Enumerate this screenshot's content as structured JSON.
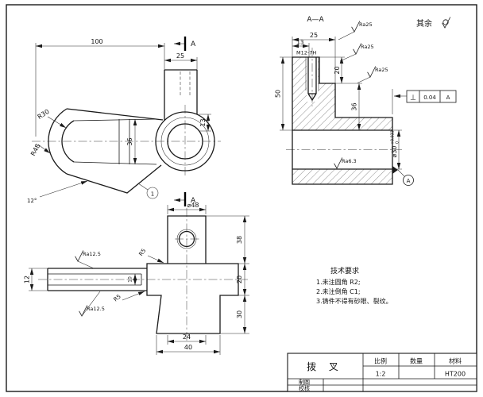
{
  "sheet": {
    "other_surfaces": "其余",
    "tech": {
      "title": "技术要求",
      "items": [
        "1.未注圆角 R2;",
        "2.未注倒角 C1;",
        "3.铸件不得有砂眼、裂纹。"
      ]
    },
    "title_block": {
      "part_name": "拨  叉",
      "scale_label": "比例",
      "scale_value": "1:2",
      "qty_label": "数量",
      "material_label": "材料",
      "material_value": "HT200",
      "drawn_label": "制图",
      "checked_label": "校核"
    }
  },
  "front_view": {
    "dim_100": "100",
    "dim_25": "25",
    "dim_36": "36",
    "dim_13": "13",
    "radius_r30": "R30",
    "radius_r48": "R48",
    "angle": "12°",
    "section_label_top": "A",
    "section_label_bottom": "A",
    "balloon": "1"
  },
  "section_view": {
    "title": "A—A",
    "dim_25": "25",
    "dim_13": "13",
    "thread": "M12-7H",
    "dim_50": "50",
    "dim_20": "20",
    "dim_36": "36",
    "dia_30": "⌀30",
    "dia_30_tol_upper": "+0.033",
    "dia_30_tol_lower": "0",
    "ra_top_a": "Ra25",
    "ra_top_b": "Ra25",
    "ra_top_c": "Ra25",
    "ra_bottom": "Ra6.3",
    "fcf_symbol": "⊥",
    "fcf_value": "0.04",
    "fcf_datum": "A",
    "datum_label": "A"
  },
  "bottom_view": {
    "dia_48": "⌀48",
    "dim_38": "38",
    "dim_20": "20",
    "dim_30": "30",
    "dim_12": "12",
    "dim_10": "10",
    "dim_24": "24",
    "dim_40": "40",
    "radius_r5_top": "R5",
    "radius_r5_bottom": "R5",
    "ra_top": "Ra12.5",
    "ra_bottom": "Ra12.5"
  }
}
